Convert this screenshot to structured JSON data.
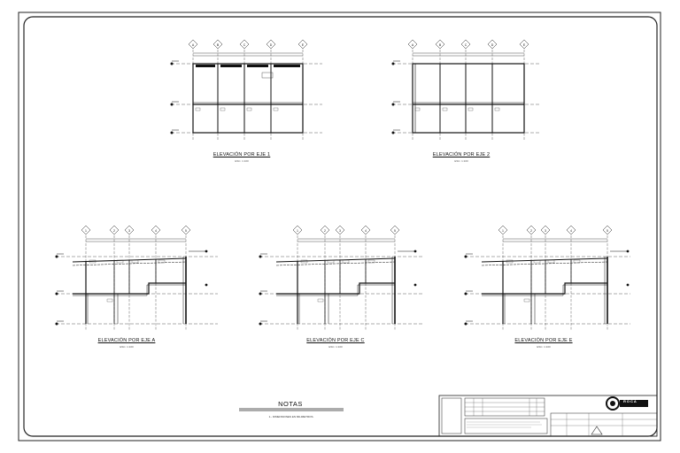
{
  "drawings": [
    {
      "id": "eje-1",
      "title": "ELEVACIÓN POR EJE 1",
      "scale": "ESC. 1:100",
      "axes": [
        "A",
        "B",
        "C",
        "D",
        "E"
      ]
    },
    {
      "id": "eje-2",
      "title": "ELEVACIÓN POR EJE 2",
      "scale": "ESC. 1:100",
      "axes": [
        "A",
        "B",
        "C",
        "D",
        "E"
      ]
    },
    {
      "id": "eje-a",
      "title": "ELEVACIÓN POR EJE A",
      "scale": "ESC. 1:100",
      "axes": [
        "1",
        "2",
        "3",
        "4",
        "5"
      ]
    },
    {
      "id": "eje-c",
      "title": "ELEVACIÓN POR EJE C",
      "scale": "ESC. 1:100",
      "axes": [
        "1",
        "2",
        "3",
        "4",
        "5"
      ]
    },
    {
      "id": "eje-e",
      "title": "ELEVACIÓN POR EJE E",
      "scale": "ESC. 1:100",
      "axes": [
        "1",
        "2",
        "3",
        "4",
        "5"
      ]
    }
  ],
  "notes": {
    "title": "NOTAS",
    "items": [
      "1.- DIMENSIONES EN MILIMETROS."
    ]
  },
  "title_block": {
    "logo": "ROCA"
  }
}
